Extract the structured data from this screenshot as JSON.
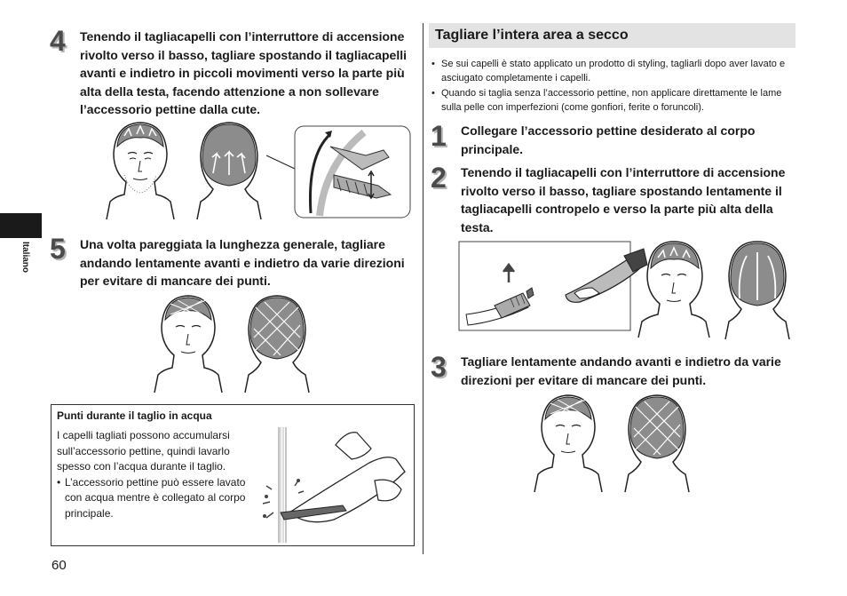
{
  "page": {
    "number": "60"
  },
  "side": {
    "language": "Italiano"
  },
  "left": {
    "step4": {
      "number": "4",
      "text": "Tenendo il tagliacapelli con l’interruttore di accensione rivolto verso il basso, tagliare spostando il tagliacapelli avanti e indietro in piccoli movimenti verso la parte più alta della testa, facendo attenzione a non sollevare l’accessorio pettine dalla cute."
    },
    "step5": {
      "number": "5",
      "text": "Una volta pareggiata la lunghezza generale, tagliare andando lentamente avanti e indietro da varie direzioni per evitare di mancare dei punti."
    },
    "tip": {
      "title": "Punti durante il taglio in acqua",
      "text": "I capelli tagliati possono accumularsi sull’accessorio pettine, quindi lavarlo spesso con l’acqua durante il taglio.",
      "bullet": "L’accessorio pettine può essere lavato con acqua mentre è collegato al corpo principale."
    }
  },
  "right": {
    "section_title": "Tagliare l’intera area a secco",
    "bullets": [
      "Se sui capelli è stato applicato un prodotto di styling, tagliarli dopo aver lavato e asciugato completamente i capelli.",
      "Quando si taglia senza l’accessorio pettine, non applicare direttamente le lame sulla pelle con imperfezioni (come gonfiori, ferite o foruncoli)."
    ],
    "step1": {
      "number": "1",
      "text": "Collegare l’accessorio pettine desiderato al corpo principale."
    },
    "step2": {
      "number": "2",
      "text": "Tenendo il tagliacapelli con l’interruttore di accensione rivolto verso il basso, tagliare spostando lentamente il tagliacapelli contropelo e verso la parte più alta della testa."
    },
    "step3": {
      "number": "3",
      "text": "Tagliare lentamente andando avanti e indietro da varie direzioni per evitare di mancare dei punti."
    }
  },
  "colors": {
    "hair_gray": "#8c8c8c",
    "section_bg": "#e3e3e3",
    "step_number": "#4a4a4a"
  }
}
